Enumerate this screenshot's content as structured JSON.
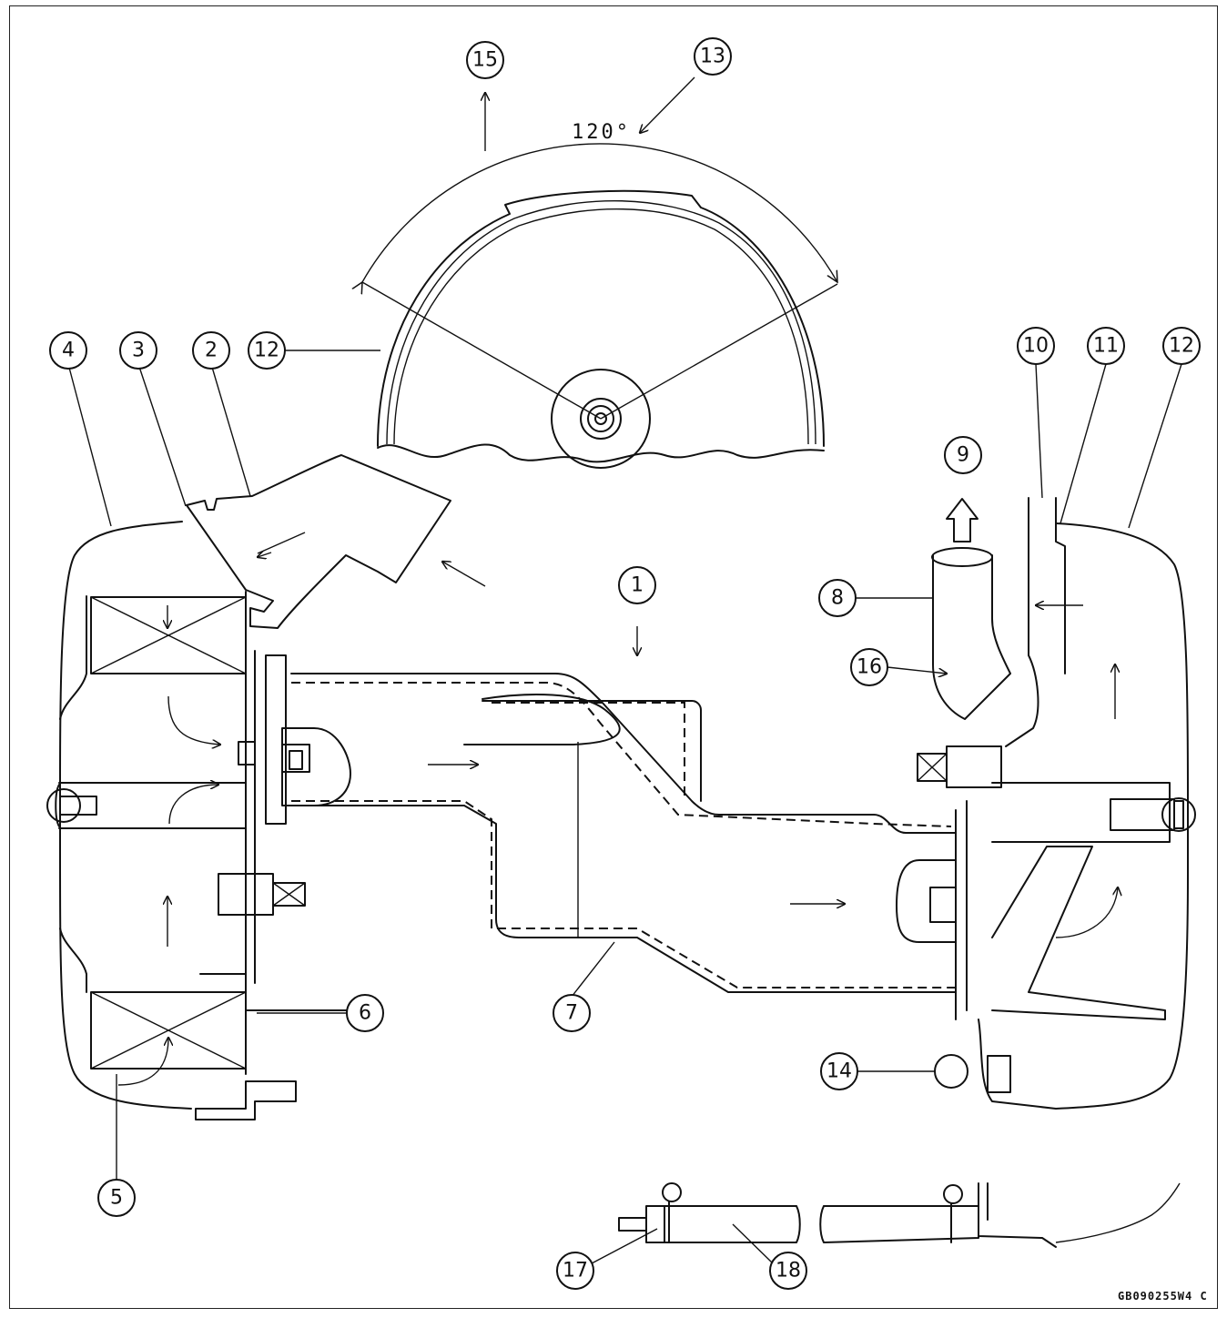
{
  "angle_label": "120°",
  "figure_code": "GB090255W4 C",
  "callouts": [
    {
      "id": "c1",
      "label": "1"
    },
    {
      "id": "c2",
      "label": "2"
    },
    {
      "id": "c3",
      "label": "3"
    },
    {
      "id": "c4",
      "label": "4"
    },
    {
      "id": "c5",
      "label": "5"
    },
    {
      "id": "c6",
      "label": "6"
    },
    {
      "id": "c7",
      "label": "7"
    },
    {
      "id": "c8",
      "label": "8"
    },
    {
      "id": "c9",
      "label": "9"
    },
    {
      "id": "c10",
      "label": "10"
    },
    {
      "id": "c11",
      "label": "11"
    },
    {
      "id": "c12a",
      "label": "12"
    },
    {
      "id": "c12b",
      "label": "12"
    },
    {
      "id": "c13",
      "label": "13"
    },
    {
      "id": "c14",
      "label": "14"
    },
    {
      "id": "c15",
      "label": "15"
    },
    {
      "id": "c16",
      "label": "16"
    },
    {
      "id": "c17",
      "label": "17"
    },
    {
      "id": "c18",
      "label": "18"
    }
  ]
}
